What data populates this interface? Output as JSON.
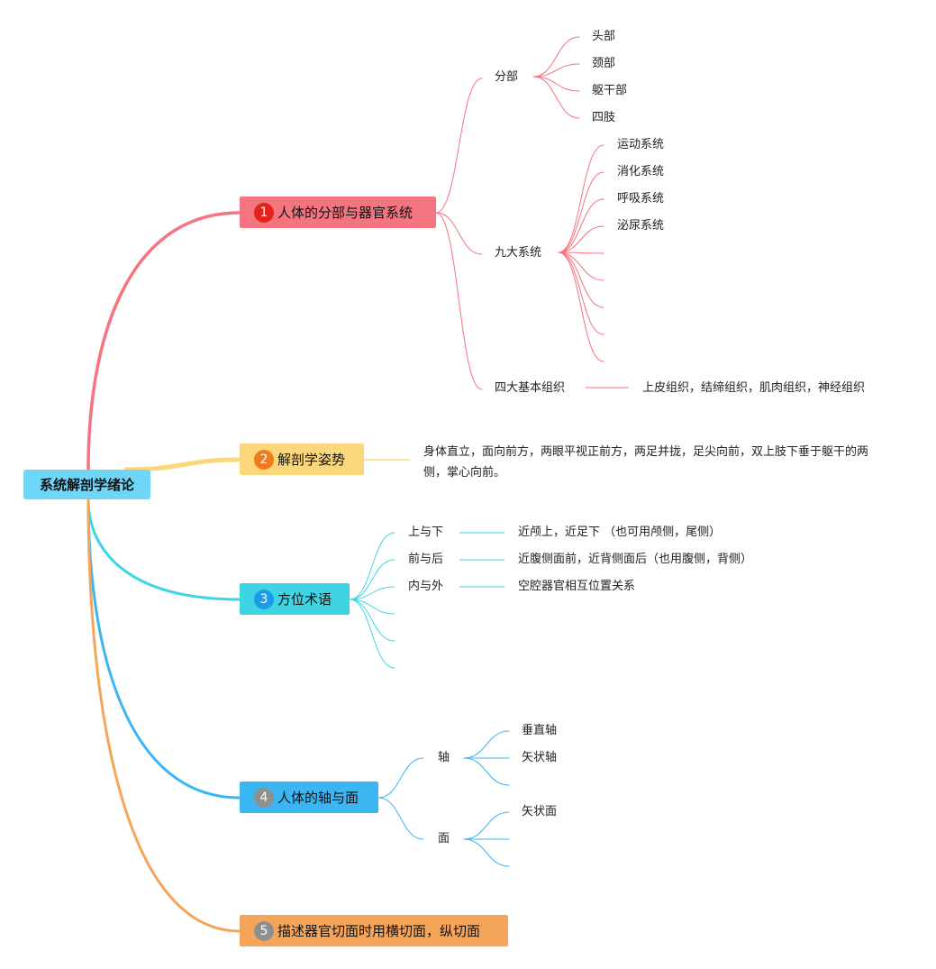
{
  "root": "系统解剖学绪论",
  "branches": [
    {
      "badge": "1",
      "label": "人体的分部与器官系统",
      "color": "#f4747f",
      "badge_color": "#e3231a",
      "groups": [
        {
          "label": "分部",
          "items": [
            "头部",
            "颈部",
            "躯干部",
            "四肢"
          ]
        },
        {
          "label": "九大系统",
          "items": [
            "运动系统",
            "消化系统",
            "呼吸系统",
            "泌尿系统",
            "",
            "",
            "",
            "",
            ""
          ]
        },
        {
          "label": "四大基本组织",
          "detail": "上皮组织，结缔组织，肌肉组织，神经组织"
        }
      ]
    },
    {
      "badge": "2",
      "label": "解剖学姿势",
      "color": "#fbd77c",
      "badge_color": "#f07b1f",
      "description": "身体直立，面向前方，两眼平视正前方，两足并拢，足尖向前，双上肢下垂于躯干的两侧，掌心向前。"
    },
    {
      "badge": "3",
      "label": "方位术语",
      "color": "#3fd4e4",
      "badge_color": "#1c9be8",
      "terms": [
        {
          "label": "上与下",
          "detail": "近颅上，近足下 （也可用颅侧，尾侧）"
        },
        {
          "label": "前与后",
          "detail": "近腹侧面前，近背侧面后（也用腹侧，背侧）"
        },
        {
          "label": "内与外",
          "detail": "空腔器官相互位置关系"
        },
        {
          "label": "",
          "detail": ""
        },
        {
          "label": "",
          "detail": ""
        },
        {
          "label": "",
          "detail": ""
        }
      ]
    },
    {
      "badge": "4",
      "label": "人体的轴与面",
      "color": "#3cb6f2",
      "badge_color": "#8f8f8f",
      "groups": [
        {
          "label": "轴",
          "items": [
            "垂直轴",
            "矢状轴",
            ""
          ]
        },
        {
          "label": "面",
          "items": [
            "矢状面",
            "",
            ""
          ]
        }
      ]
    },
    {
      "badge": "5",
      "label": "描述器官切面时用横切面，纵切面",
      "color": "#f5a55a",
      "badge_color": "#8f8f8f"
    }
  ]
}
